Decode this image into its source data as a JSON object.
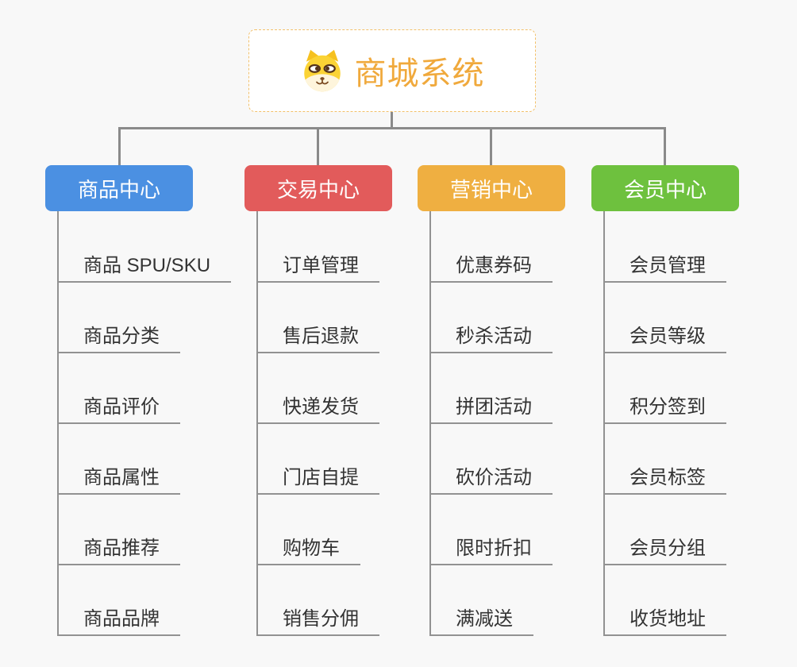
{
  "page": {
    "background_color": "#f8f8f8",
    "connector_color": "#8a8a8a"
  },
  "root": {
    "title": "商城系统",
    "icon": "shiba-dog-icon",
    "text_color": "#f0a93c",
    "border_color": "#f2c06a"
  },
  "branches": [
    {
      "label": "商品中心",
      "color": "#4b90e2",
      "children": [
        "商品 SPU/SKU",
        "商品分类",
        "商品评价",
        "商品属性",
        "商品推荐",
        "商品品牌"
      ]
    },
    {
      "label": "交易中心",
      "color": "#e25b5b",
      "children": [
        "订单管理",
        "售后退款",
        "快递发货",
        "门店自提",
        "购物车",
        "销售分佣"
      ]
    },
    {
      "label": "营销中心",
      "color": "#efaf41",
      "children": [
        "优惠券码",
        "秒杀活动",
        "拼团活动",
        "砍价活动",
        "限时折扣",
        "满减送"
      ]
    },
    {
      "label": "会员中心",
      "color": "#6ec13e",
      "children": [
        "会员管理",
        "会员等级",
        "积分签到",
        "会员标签",
        "会员分组",
        "收货地址"
      ]
    }
  ]
}
